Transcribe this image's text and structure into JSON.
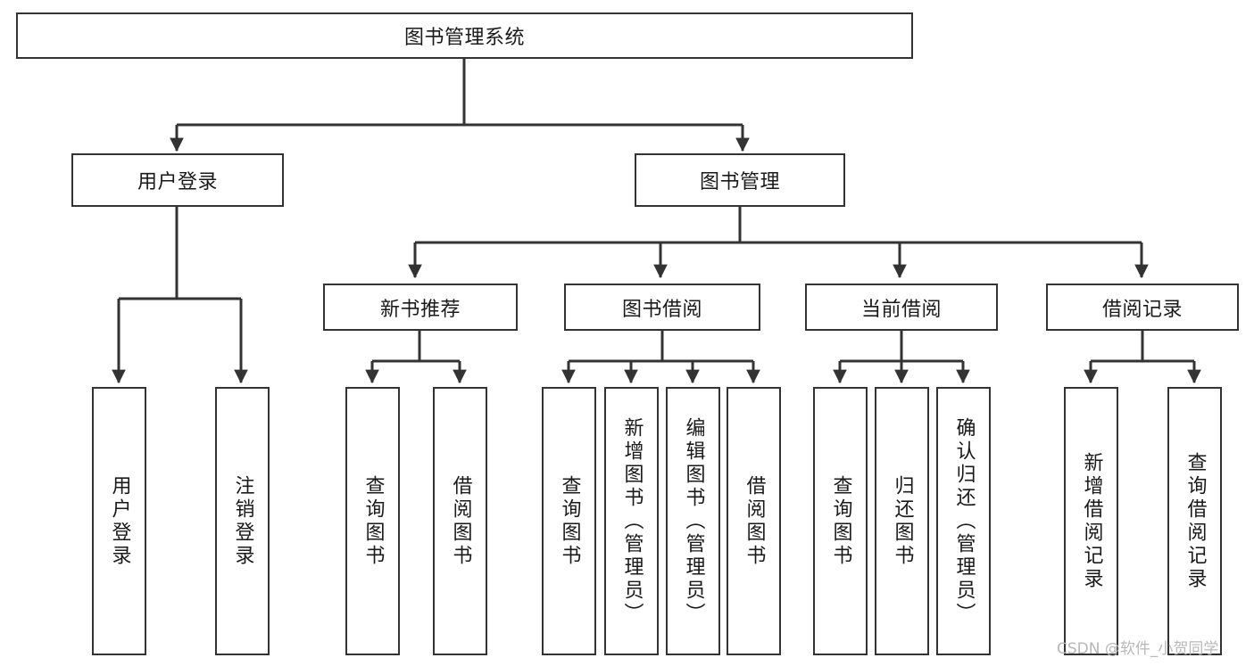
{
  "diagram": {
    "type": "tree-hierarchy",
    "title": "图书管理系统",
    "watermark": "CSDN @软件_小贺同学",
    "colors": {
      "box_border": "#333333",
      "box_fill": "#ffffff",
      "connector": "#333333",
      "text": "#1a1a1a",
      "watermark": "#b8b8b8",
      "background": "#ffffff"
    },
    "levels": {
      "level1": [
        {
          "id": "root",
          "label": "图书管理系统",
          "orientation": "horizontal"
        }
      ],
      "level2": [
        {
          "id": "login",
          "label": "用户登录",
          "orientation": "horizontal"
        },
        {
          "id": "bookmgmt",
          "label": "图书管理",
          "orientation": "horizontal"
        }
      ],
      "level3": [
        {
          "id": "newbook",
          "label": "新书推荐",
          "orientation": "horizontal"
        },
        {
          "id": "borrow",
          "label": "图书借阅",
          "orientation": "horizontal"
        },
        {
          "id": "current",
          "label": "当前借阅",
          "orientation": "horizontal"
        },
        {
          "id": "records",
          "label": "借阅记录",
          "orientation": "horizontal"
        }
      ],
      "level4": [
        {
          "id": "leaf-1",
          "label": "用户登录",
          "parent": "login",
          "orientation": "vertical"
        },
        {
          "id": "leaf-2",
          "label": "注销登录",
          "parent": "login",
          "orientation": "vertical"
        },
        {
          "id": "leaf-3",
          "label": "查询图书",
          "parent": "newbook",
          "orientation": "vertical"
        },
        {
          "id": "leaf-4",
          "label": "借阅图书",
          "parent": "newbook",
          "orientation": "vertical"
        },
        {
          "id": "leaf-5",
          "label": "查询图书",
          "parent": "borrow",
          "orientation": "vertical"
        },
        {
          "id": "leaf-6",
          "label": "新增图书（管理员）",
          "parent": "borrow",
          "orientation": "vertical"
        },
        {
          "id": "leaf-7",
          "label": "编辑图书（管理员）",
          "parent": "borrow",
          "orientation": "vertical"
        },
        {
          "id": "leaf-8",
          "label": "借阅图书",
          "parent": "borrow",
          "orientation": "vertical"
        },
        {
          "id": "leaf-9",
          "label": "查询图书",
          "parent": "current",
          "orientation": "vertical"
        },
        {
          "id": "leaf-10",
          "label": "归还图书",
          "parent": "current",
          "orientation": "vertical"
        },
        {
          "id": "leaf-11",
          "label": "确认归还（管理员）",
          "parent": "current",
          "orientation": "vertical"
        },
        {
          "id": "leaf-12",
          "label": "新增借阅记录",
          "parent": "records",
          "orientation": "vertical"
        },
        {
          "id": "leaf-13",
          "label": "查询借阅记录",
          "parent": "records",
          "orientation": "vertical"
        }
      ]
    }
  }
}
